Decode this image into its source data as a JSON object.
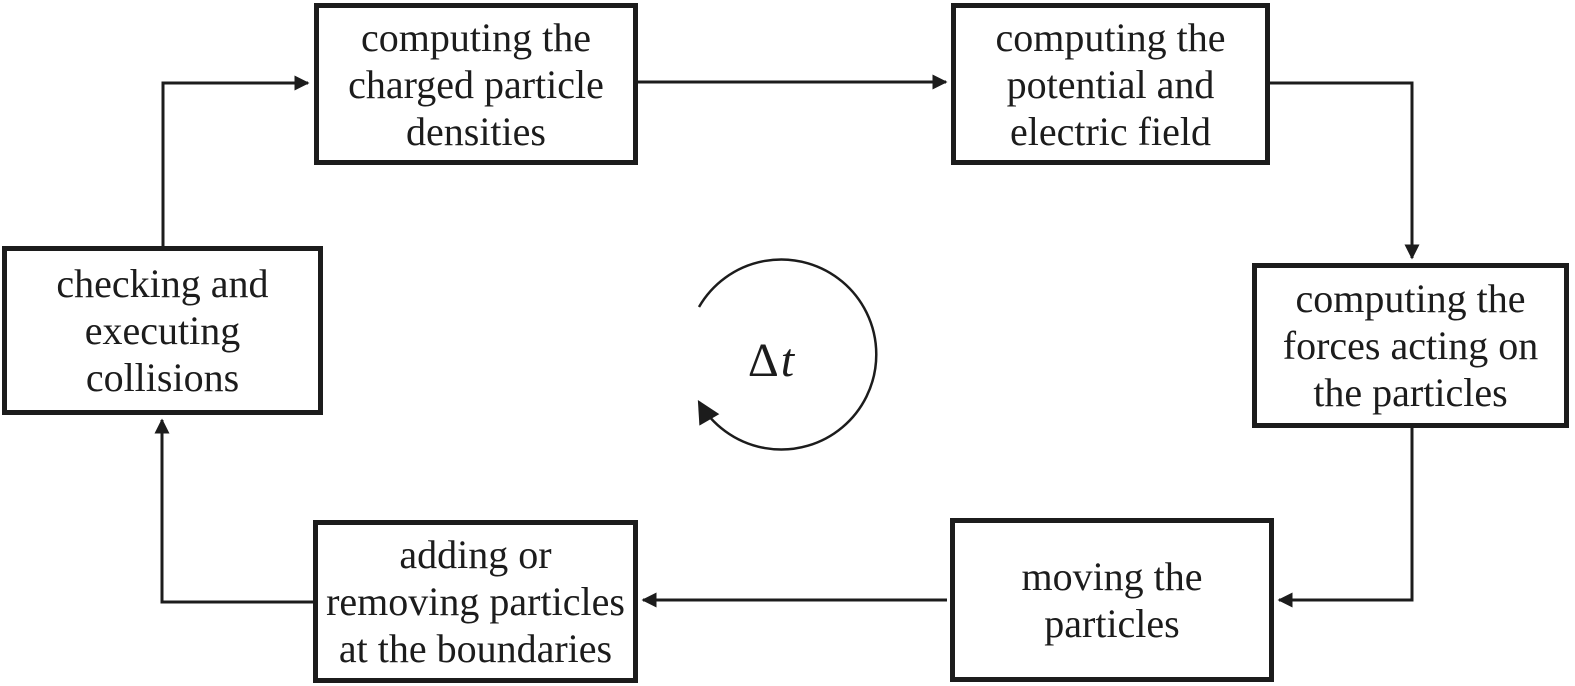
{
  "figure": {
    "type": "cyclic-flowchart",
    "colors": {
      "ink": "#1c1c1c",
      "background": "#ffffff"
    },
    "boxes": [
      {
        "id": "charged-particle-densities",
        "label": "computing the\ncharged particle\ndensities"
      },
      {
        "id": "potential-electric-field",
        "label": "computing the\npotential and\nelectric field"
      },
      {
        "id": "forces-on-particles",
        "label": "computing the\nforces acting on\nthe particles"
      },
      {
        "id": "moving-particles",
        "label": "moving the\nparticles"
      },
      {
        "id": "add-remove-particles",
        "label": "adding or\nremoving particles\nat the boundaries"
      },
      {
        "id": "collisions",
        "label": "checking and\nexecuting\ncollisions"
      }
    ],
    "center_symbol": {
      "delta": "Δ",
      "t": "t"
    }
  }
}
